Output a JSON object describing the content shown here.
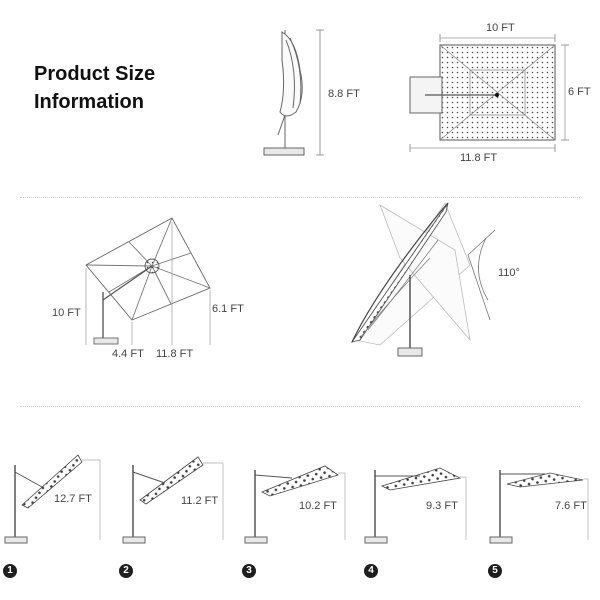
{
  "title_line1": "Product Size",
  "title_line2": "Information",
  "top": {
    "height_label": "8.8 FT",
    "width_label": "10 FT",
    "depth_label": "6 FT",
    "base_span_label": "11.8 FT"
  },
  "middle": {
    "height_label": "10 FT",
    "tilt_height_label": "6.1 FT",
    "offset_label": "4.4 FT",
    "span_label": "11.8 FT",
    "angle_label": "110°"
  },
  "positions": [
    {
      "number": "1",
      "label": "12.7 FT"
    },
    {
      "number": "2",
      "label": "11.2 FT"
    },
    {
      "number": "3",
      "label": "10.2 FT"
    },
    {
      "number": "4",
      "label": "9.3 FT"
    },
    {
      "number": "5",
      "label": "7.6 FT"
    }
  ],
  "colors": {
    "line": "#555555",
    "light": "#9a9a9a",
    "step_badge": "#1e1e1e",
    "canopy_pattern": "#3a3a3a"
  }
}
